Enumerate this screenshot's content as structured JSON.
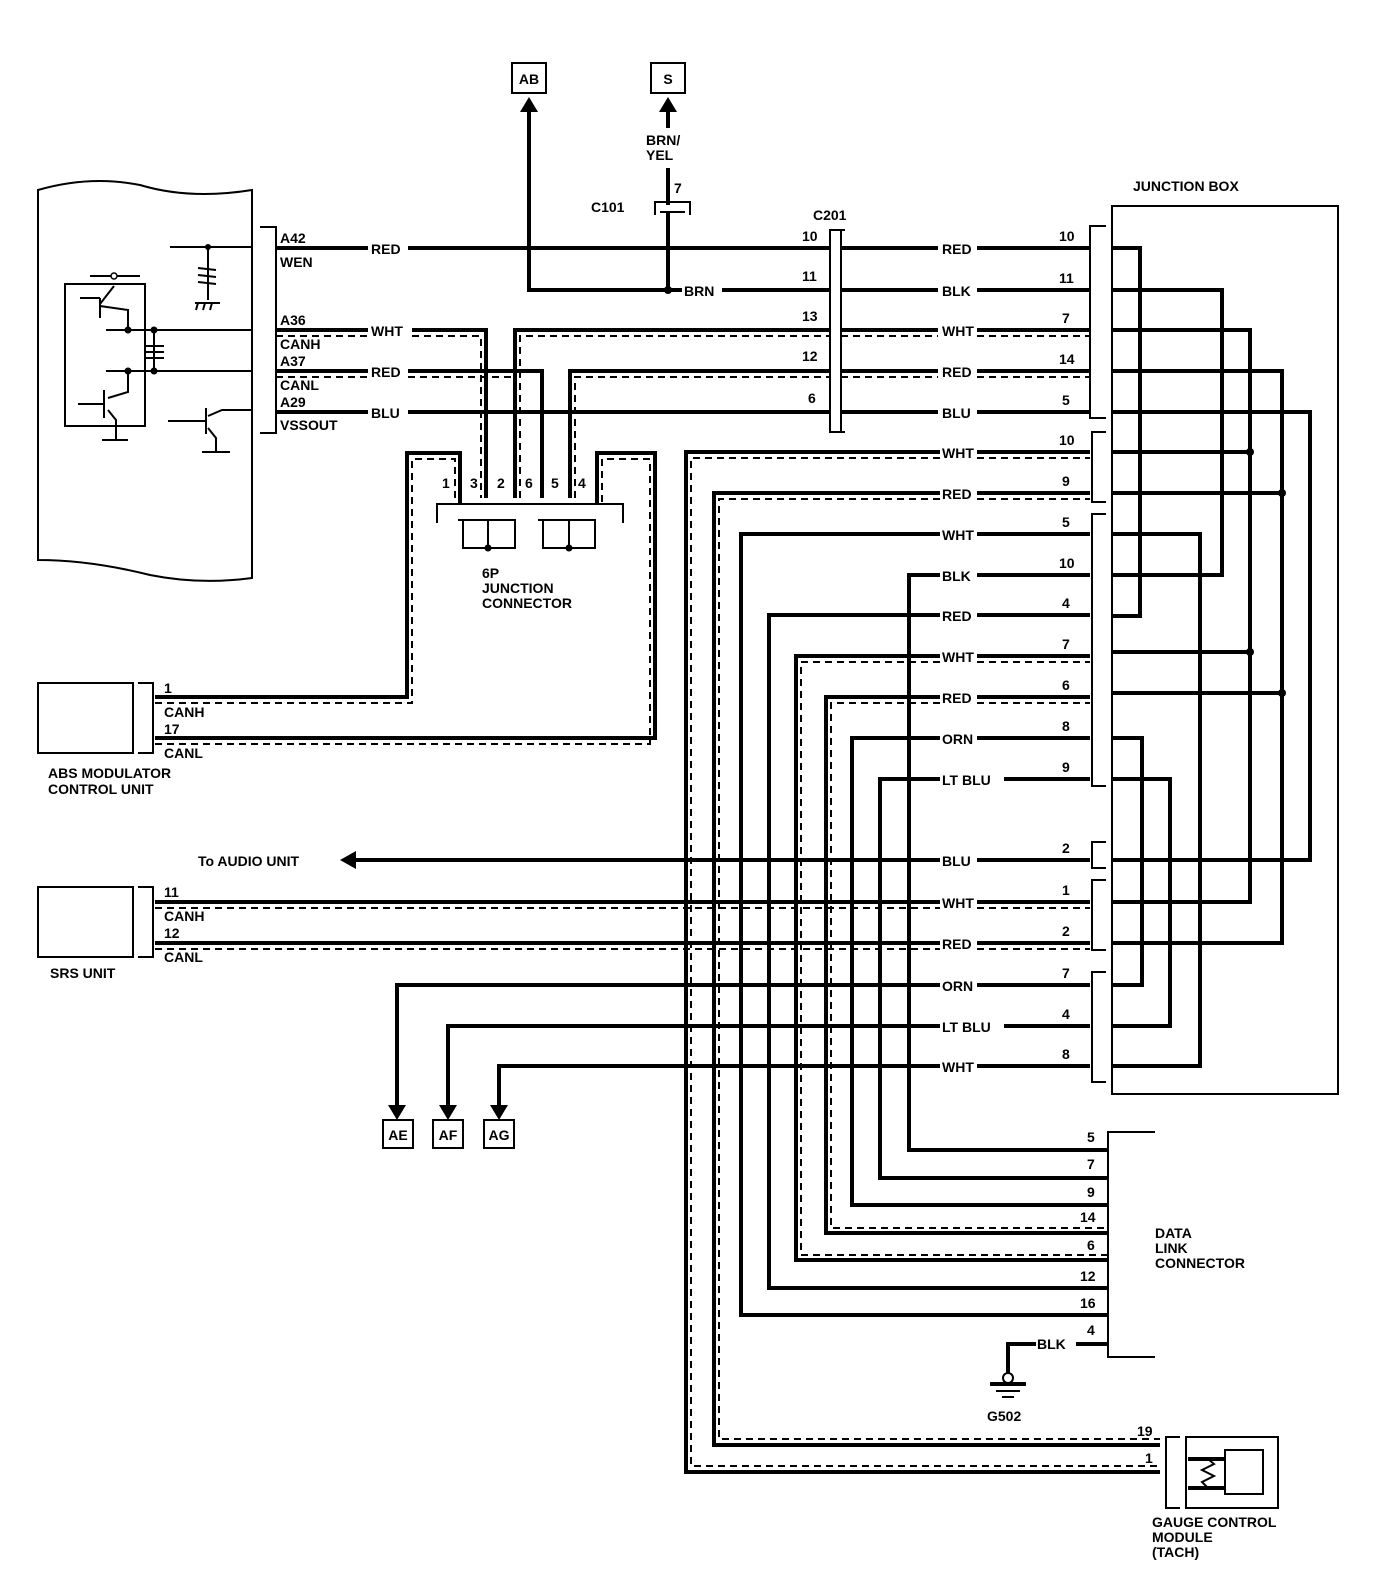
{
  "diagram": {
    "ecu": {
      "pins": [
        {
          "pin": "A42",
          "signal": "WEN",
          "wire": "RED"
        },
        {
          "pin": "A36",
          "signal": "CANH",
          "wire": "WHT"
        },
        {
          "pin": "A37",
          "signal": "CANL",
          "wire": "RED"
        },
        {
          "pin": "A29",
          "signal": "VSSOUT",
          "wire": "BLU"
        }
      ]
    },
    "offpage": {
      "ab": "AB",
      "s": "S",
      "ae": "AE",
      "af": "AF",
      "ag": "AG"
    },
    "c101": {
      "name": "C101",
      "pin": "7",
      "wire_up": "BRN/",
      "wire_up2": "YEL",
      "wire_branch": "BRN"
    },
    "c201": {
      "name": "C201",
      "pins": [
        "10",
        "11",
        "13",
        "12",
        "6"
      ],
      "wires": [
        "RED",
        "BLK",
        "WHT",
        "RED",
        "BLU"
      ]
    },
    "junction_connector": {
      "title1": "6P",
      "title2": "JUNCTION",
      "title3": "CONNECTOR",
      "pins": [
        "1",
        "3",
        "2",
        "6",
        "5",
        "4"
      ]
    },
    "junction_box": {
      "title": "JUNCTION BOX",
      "rows": [
        {
          "wire": "RED",
          "pin": "10"
        },
        {
          "wire": "BLK",
          "pin": "11"
        },
        {
          "wire": "WHT",
          "pin": "7"
        },
        {
          "wire": "RED",
          "pin": "14"
        },
        {
          "wire": "BLU",
          "pin": "5"
        },
        {
          "wire": "WHT",
          "pin": "10"
        },
        {
          "wire": "RED",
          "pin": "9"
        },
        {
          "wire": "WHT",
          "pin": "5"
        },
        {
          "wire": "BLK",
          "pin": "10"
        },
        {
          "wire": "RED",
          "pin": "4"
        },
        {
          "wire": "WHT",
          "pin": "7"
        },
        {
          "wire": "RED",
          "pin": "6"
        },
        {
          "wire": "ORN",
          "pin": "8"
        },
        {
          "wire": "LT BLU",
          "pin": "9"
        },
        {
          "wire": "BLU",
          "pin": "2"
        },
        {
          "wire": "WHT",
          "pin": "1"
        },
        {
          "wire": "RED",
          "pin": "2"
        },
        {
          "wire": "ORN",
          "pin": "7"
        },
        {
          "wire": "LT BLU",
          "pin": "4"
        },
        {
          "wire": "WHT",
          "pin": "8"
        }
      ]
    },
    "abs": {
      "title1": "ABS MODULATOR",
      "title2": "CONTROL UNIT",
      "pin1": "1",
      "sig1": "CANH",
      "pin2": "17",
      "sig2": "CANL"
    },
    "srs": {
      "title": "SRS UNIT",
      "pin1": "11",
      "sig1": "CANH",
      "pin2": "12",
      "sig2": "CANL"
    },
    "audio": {
      "label": "To AUDIO UNIT"
    },
    "dlc": {
      "title1": "DATA",
      "title2": "LINK",
      "title3": "CONNECTOR",
      "pins": [
        "5",
        "7",
        "9",
        "14",
        "6",
        "12",
        "16",
        "4"
      ],
      "ground_wire": "BLK"
    },
    "ground": {
      "name": "G502"
    },
    "gauge": {
      "title1": "GAUGE CONTROL",
      "title2": "MODULE",
      "title3": "(TACH)",
      "pin1": "19",
      "pin2": "1"
    }
  }
}
